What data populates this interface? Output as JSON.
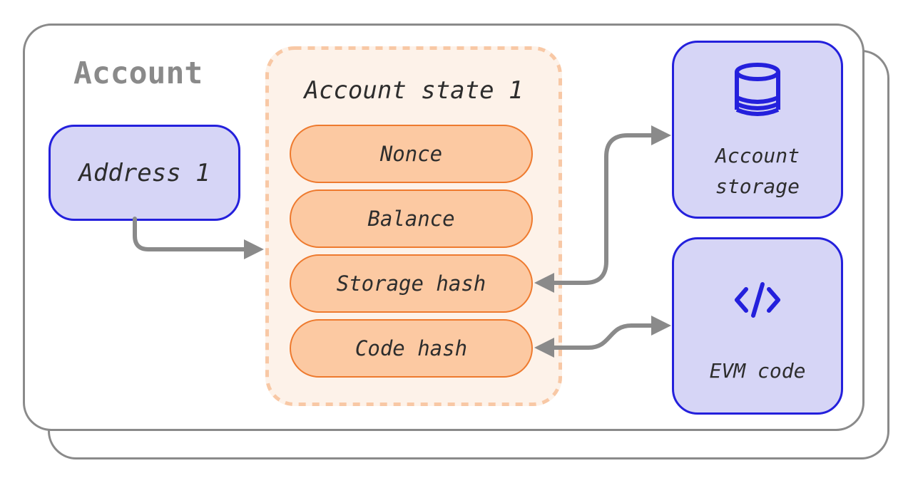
{
  "page": {
    "background": "#ffffff"
  },
  "diagram": {
    "container_title": "Account",
    "address_box": {
      "label": "Address 1"
    },
    "account_state_box": {
      "title": "Account state 1",
      "fields": [
        {
          "label": "Nonce"
        },
        {
          "label": "Balance"
        },
        {
          "label": "Storage hash"
        },
        {
          "label": "Code hash"
        }
      ]
    },
    "account_storage_box": {
      "icon": "database-icon",
      "line1": "Account",
      "line2": "storage"
    },
    "evm_code_box": {
      "icon": "code-icon",
      "label": "EVM code"
    },
    "arrows": [
      {
        "name": "address-to-account-state",
        "heads": "end"
      },
      {
        "name": "storage-hash-to-account-storage",
        "heads": "both"
      },
      {
        "name": "code-hash-to-evm-code",
        "heads": "both"
      }
    ],
    "colors": {
      "frame_border": "#8a8a8a",
      "container_title": "#8a8a8a",
      "arrow": "#8a8a8a",
      "accent_blue": "#2420dc",
      "lavender_fill": "#d6d5f6",
      "state_fill": "#fdf2e9",
      "state_dash": "#f8c8a5",
      "pill_fill": "#fcc9a2",
      "pill_border": "#ee7a2e",
      "text": "#2d2d2d"
    }
  }
}
